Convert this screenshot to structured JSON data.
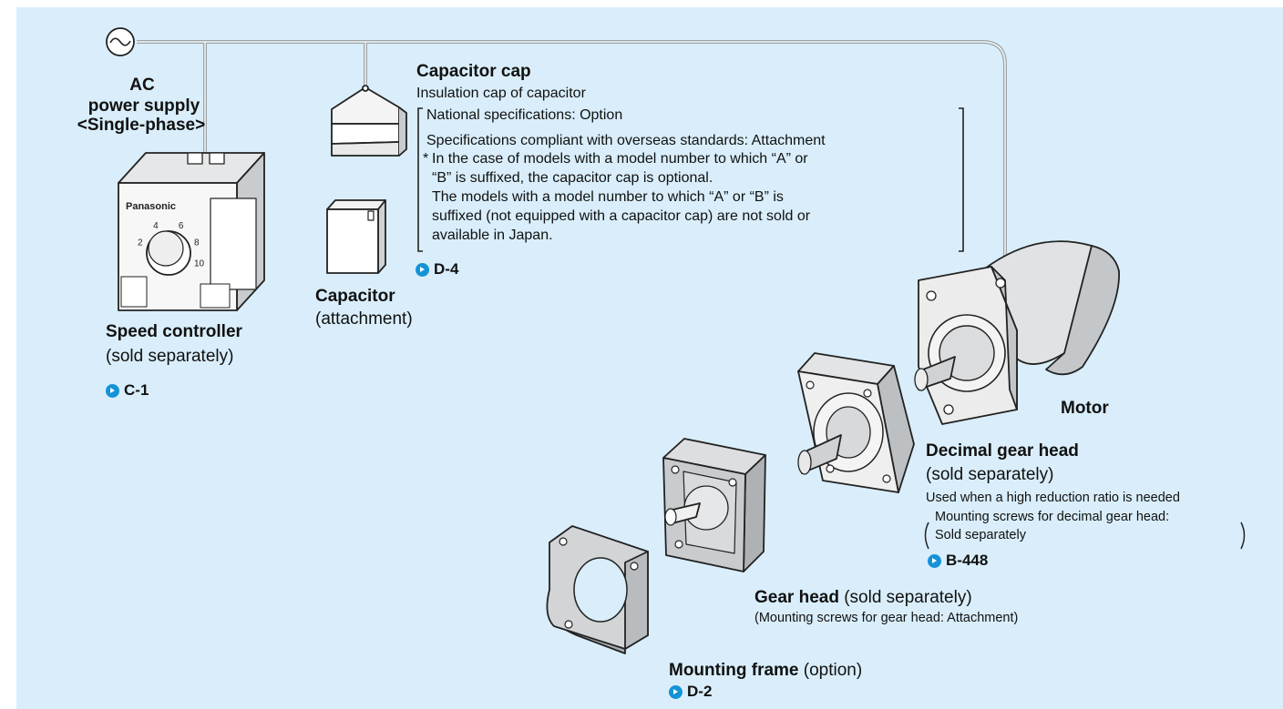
{
  "power_supply": {
    "line1": "AC",
    "line2": "power supply",
    "line3": "<Single-phase>"
  },
  "speed_controller": {
    "title": "Speed controller",
    "note": "(sold separately)",
    "ref": "C-1",
    "brand": "Panasonic",
    "dial_marks": [
      "2",
      "4",
      "6",
      "8",
      "10"
    ]
  },
  "capacitor": {
    "title": "Capacitor",
    "note": "(attachment)"
  },
  "capacitor_cap": {
    "title": "Capacitor cap",
    "subtitle": "Insulation cap of capacitor",
    "spec1": "National specifications: Option",
    "spec2": "Specifications compliant with overseas standards: Attachment",
    "asterisk": "*",
    "note1": "In the case of models with a model number to which “A” or",
    "note2": "“B” is suffixed, the capacitor cap is optional.",
    "note3": "The models with a model number to which “A” or “B” is",
    "note4": "suffixed (not equipped with a capacitor cap) are not sold or",
    "note5": "available in Japan.",
    "ref": "D-4"
  },
  "motor": {
    "title": "Motor"
  },
  "decimal_gear_head": {
    "title": "Decimal gear head",
    "note": "(sold separately)",
    "desc": "Used when a high reduction ratio is needed",
    "screws1": "Mounting screws for decimal gear head:",
    "screws2": "Sold separately",
    "ref": "B-448"
  },
  "gear_head": {
    "title": "Gear head",
    "note": " (sold separately)",
    "screws": "(Mounting screws for gear head: Attachment)"
  },
  "mounting_frame": {
    "title": "Mounting frame",
    "note": " (option)",
    "ref": "D-2"
  },
  "colors": {
    "background": "#d9eefa",
    "wire": "#9aa3a8",
    "ref_icon": "#1493d6",
    "part_fill": "#e6e7e8",
    "part_shadow": "#b9bcbf"
  }
}
